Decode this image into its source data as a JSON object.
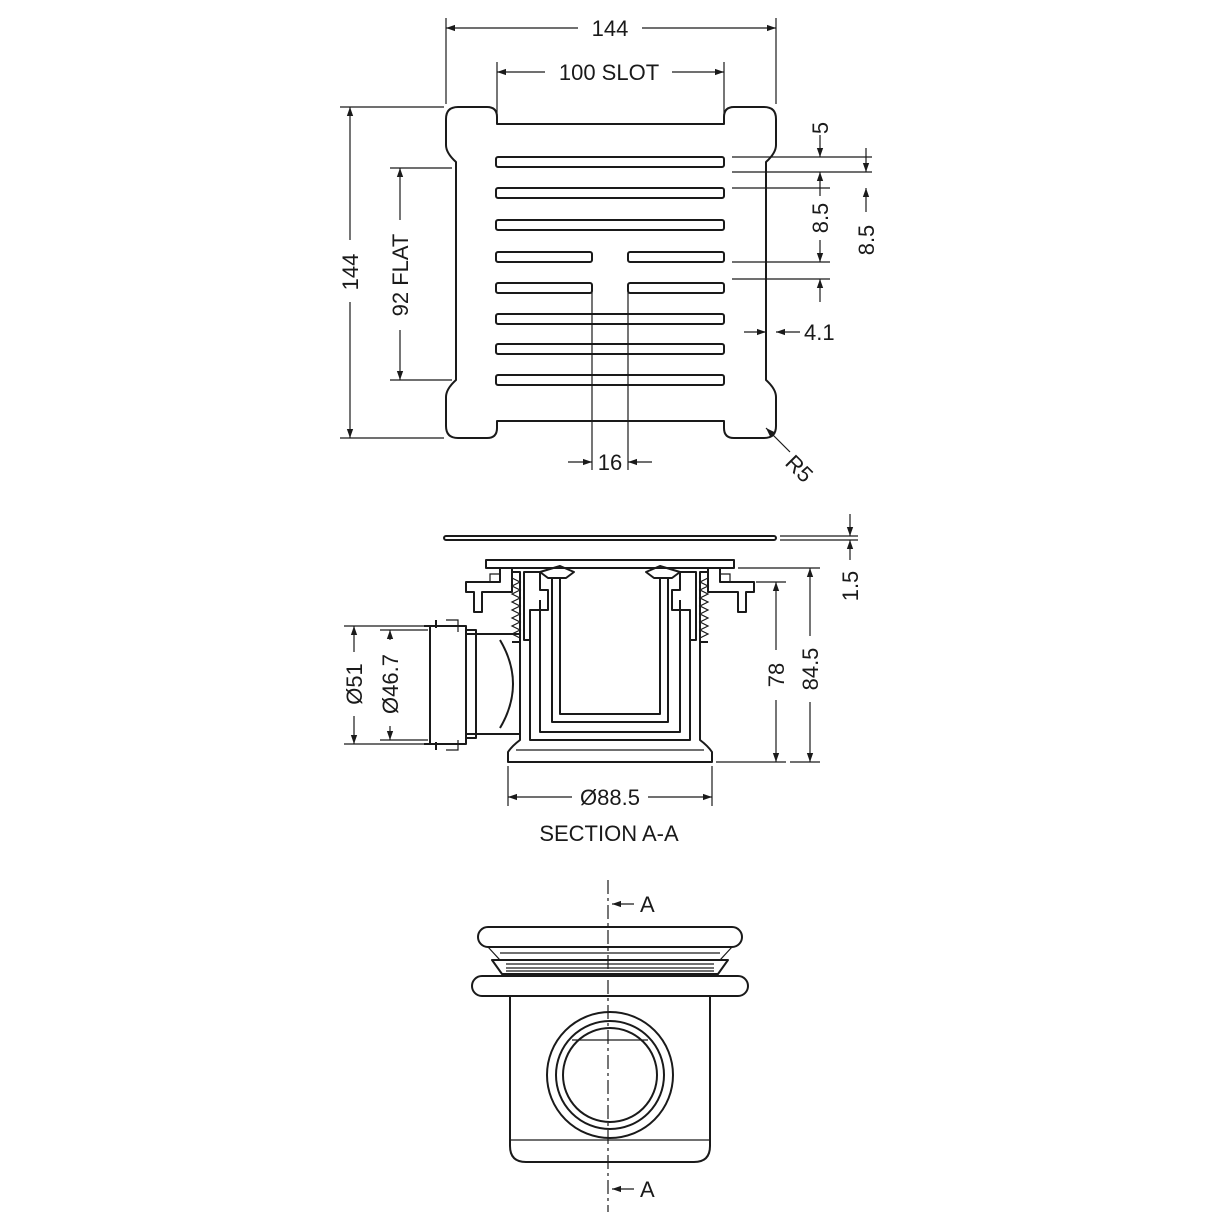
{
  "plan_view": {
    "dim_overall_width": "144",
    "dim_slot_length": "100  SLOT",
    "dim_overall_height": "144",
    "dim_flat": "92  FLAT",
    "dim_slot_width": "5",
    "dim_slot_pitch_a": "8.5",
    "dim_slot_pitch_b": "8.5",
    "dim_edge": "4.1",
    "dim_gap": "16",
    "dim_radius": "R5"
  },
  "section_view": {
    "dim_cover_thickness": "1.5",
    "dim_body_height": "78",
    "dim_total_height": "84.5",
    "dim_outlet_outer": "Ø51",
    "dim_outlet_inner": "Ø46.7",
    "dim_body_diameter": "Ø88.5",
    "caption": "SECTION A-A"
  },
  "elevation_view": {
    "section_marker_top": "A",
    "section_marker_bottom": "A"
  }
}
